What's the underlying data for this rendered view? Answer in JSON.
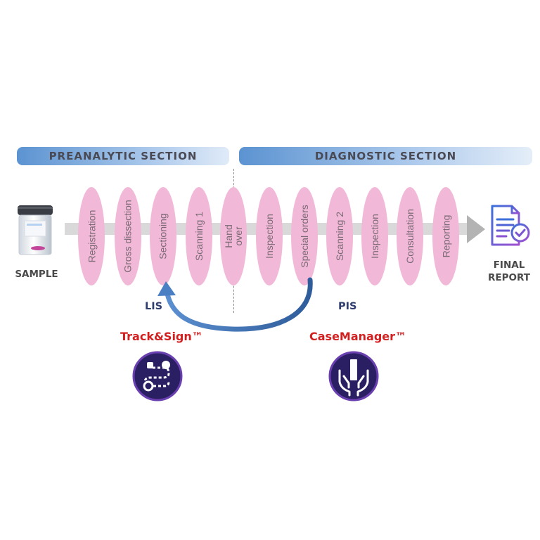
{
  "sections": {
    "preanalytic": "PREANALYTIC SECTION",
    "diagnostic": "DIAGNOSTIC SECTION"
  },
  "steps": [
    "Registration",
    "Gross dissection",
    "Sectioning",
    "Scanning 1",
    "Hand\nover",
    "Inspection",
    "Special orders",
    "Scanning 2",
    "Inspection",
    "Consultation",
    "Reporting"
  ],
  "sample_label": "SAMPLE",
  "final_report_label": "FINAL\nREPORT",
  "systems": {
    "lis": {
      "label": "LIS",
      "product": "Track&Sign™"
    },
    "pis": {
      "label": "PIS",
      "product": "CaseManager™"
    }
  },
  "colors": {
    "step_fill": "#f2b8d8",
    "section_bar": "#5b93d1",
    "product_text": "#d22020",
    "system_text": "#2f3e6e",
    "badge_fill": "#2b1f63",
    "badge_ring": "#6a3fb0",
    "return_arrow": "#3f6ea8"
  },
  "icons": {
    "sample": "specimen-container-icon",
    "final_report": "document-check-icon",
    "track_sign": "tracking-path-icon",
    "case_manager": "hands-holding-slide-icon"
  }
}
